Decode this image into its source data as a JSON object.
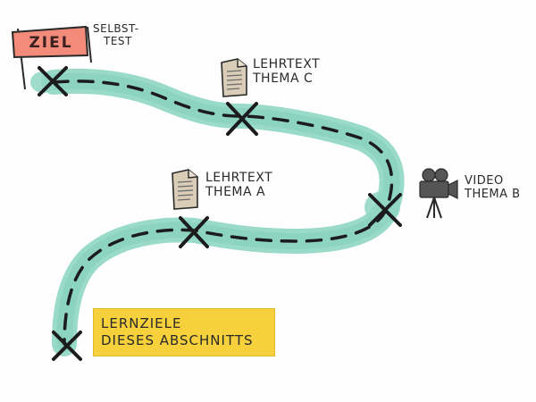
{
  "goal": {
    "flag_label": "ZIEL",
    "selftest_line1": "SELBST-",
    "selftest_line2": "TEST"
  },
  "stations": {
    "text_c_line1": "LEHRTEXT",
    "text_c_line2": "THEMA C",
    "video_b_line1": "VIDEO",
    "video_b_line2": "THEMA B",
    "text_a_line1": "LEHRTEXT",
    "text_a_line2": "THEMA A"
  },
  "start": {
    "line1": "LERNZIELE",
    "line2": "DIESES ABSCHNITTS"
  },
  "colors": {
    "path": "#8fd6c3",
    "path_edge": "#7ccab6",
    "dash": "#1c1c1c",
    "flag_fill": "#f28b7a",
    "start_box": "#f6d13b",
    "document": "#d9cdb8",
    "camera": "#555555"
  },
  "icons": {
    "goal": "flag-icon",
    "text_c": "document-icon",
    "text_a": "document-icon",
    "video_b": "video-camera-icon"
  }
}
